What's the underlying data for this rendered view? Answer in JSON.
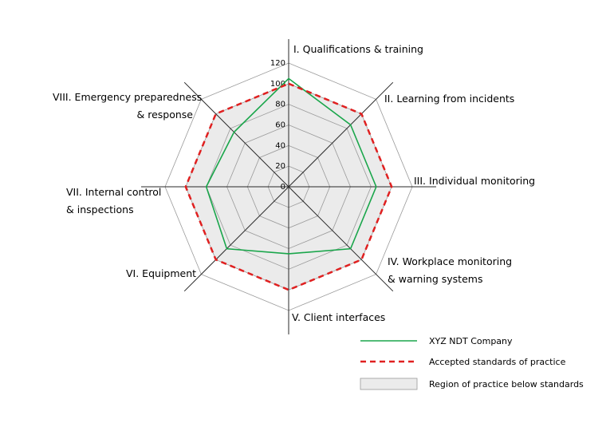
{
  "chart_data": {
    "type": "radar",
    "categories": [
      "I. Qualifications & training",
      "II. Learning from incidents",
      "III. Individual monitoring",
      "IV. Workplace monitoring & warning systems",
      "V. Client interfaces",
      "VI. Equipment",
      "VII. Internal control & inspections",
      "VIII. Emergency preparedness & response"
    ],
    "category_lines": [
      [
        "I. Qualifications & training"
      ],
      [
        "II. Learning from incidents"
      ],
      [
        "III. Individual monitoring"
      ],
      [
        "IV. Workplace monitoring",
        "& warning systems"
      ],
      [
        "V. Client interfaces"
      ],
      [
        "VI. Equipment"
      ],
      [
        "VII. Internal control",
        "& inspections"
      ],
      [
        "VIII. Emergency preparedness",
        "& response"
      ]
    ],
    "rlim": [
      0,
      120
    ],
    "ticks": [
      0,
      20,
      40,
      60,
      80,
      100,
      120
    ],
    "series": [
      {
        "name": "XYZ NDT Company",
        "values": [
          105,
          85,
          85,
          85,
          65,
          85,
          80,
          75
        ],
        "color": "#1aa64b",
        "style": "solid"
      },
      {
        "name": "Accepted standards of practice",
        "values": [
          100,
          100,
          100,
          100,
          100,
          100,
          100,
          100
        ],
        "color": "#e02020",
        "style": "dashed"
      }
    ],
    "shaded_region": {
      "name": "Region of practice below standards",
      "fill": "#ebebeb"
    },
    "grid": true,
    "legend": "bottom-right"
  }
}
